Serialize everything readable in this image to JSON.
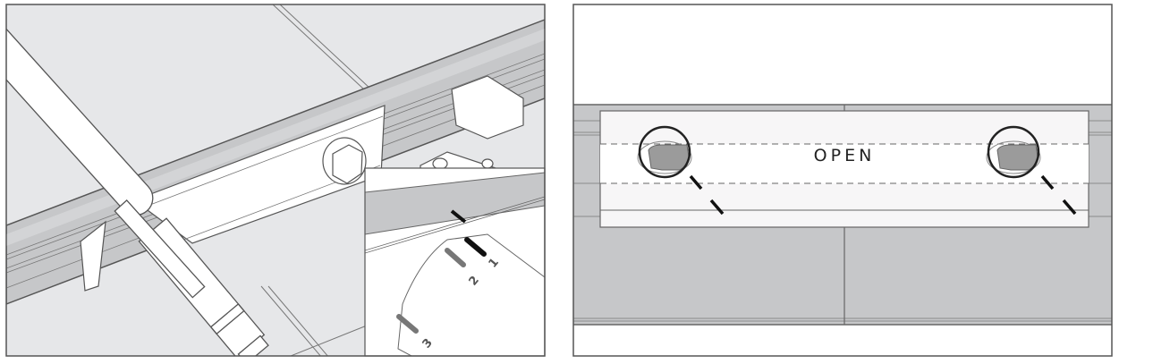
{
  "left_panel": {
    "inset": {
      "dial_labels": [
        "1",
        "2",
        "3"
      ]
    }
  },
  "right_panel": {
    "label": "OPEN"
  },
  "colors": {
    "background": "#e6e7e9",
    "rail": "#c6c7c9",
    "outline": "#555555",
    "mark": "#111111"
  }
}
